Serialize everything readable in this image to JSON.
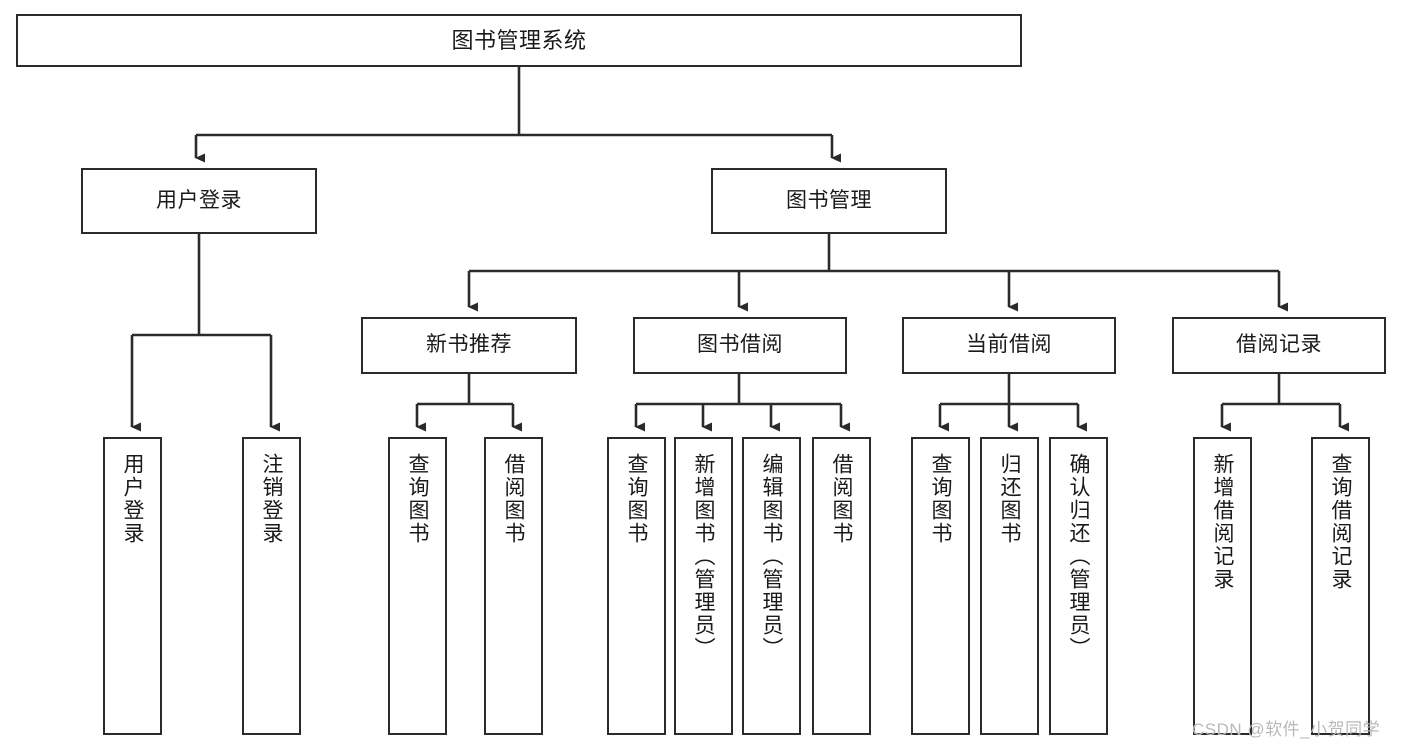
{
  "diagram": {
    "title": "图书管理系统",
    "type": "hierarchy-tree",
    "stroke_color": "#2b2b2b",
    "background_color": "#ffffff",
    "nodes": {
      "root": {
        "label": "图书管理系统",
        "orientation": "horizontal"
      },
      "l2": [
        {
          "label": "用户登录",
          "orientation": "horizontal"
        },
        {
          "label": "图书管理",
          "orientation": "horizontal"
        }
      ],
      "l3": [
        {
          "label": "新书推荐",
          "orientation": "horizontal"
        },
        {
          "label": "图书借阅",
          "orientation": "horizontal"
        },
        {
          "label": "当前借阅",
          "orientation": "horizontal"
        },
        {
          "label": "借阅记录",
          "orientation": "horizontal"
        }
      ],
      "leaves": {
        "user_login": [
          {
            "label": "用户登录",
            "orientation": "vertical"
          },
          {
            "label": "注销登录",
            "orientation": "vertical"
          }
        ],
        "new_book": [
          {
            "label": "查询图书",
            "orientation": "vertical"
          },
          {
            "label": "借阅图书",
            "orientation": "vertical"
          }
        ],
        "borrow_book": [
          {
            "label": "查询图书",
            "orientation": "vertical"
          },
          {
            "label": "新增图书（管理员）",
            "orientation": "vertical"
          },
          {
            "label": "编辑图书（管理员）",
            "orientation": "vertical"
          },
          {
            "label": "借阅图书",
            "orientation": "vertical"
          }
        ],
        "current_borrow": [
          {
            "label": "查询图书",
            "orientation": "vertical"
          },
          {
            "label": "归还图书",
            "orientation": "vertical"
          },
          {
            "label": "确认归还（管理员）",
            "orientation": "vertical"
          }
        ],
        "borrow_record": [
          {
            "label": "新增借阅记录",
            "orientation": "vertical"
          },
          {
            "label": "查询借阅记录",
            "orientation": "vertical"
          }
        ]
      }
    }
  },
  "watermark": {
    "text": "CSDN @软件_小贺同学"
  }
}
